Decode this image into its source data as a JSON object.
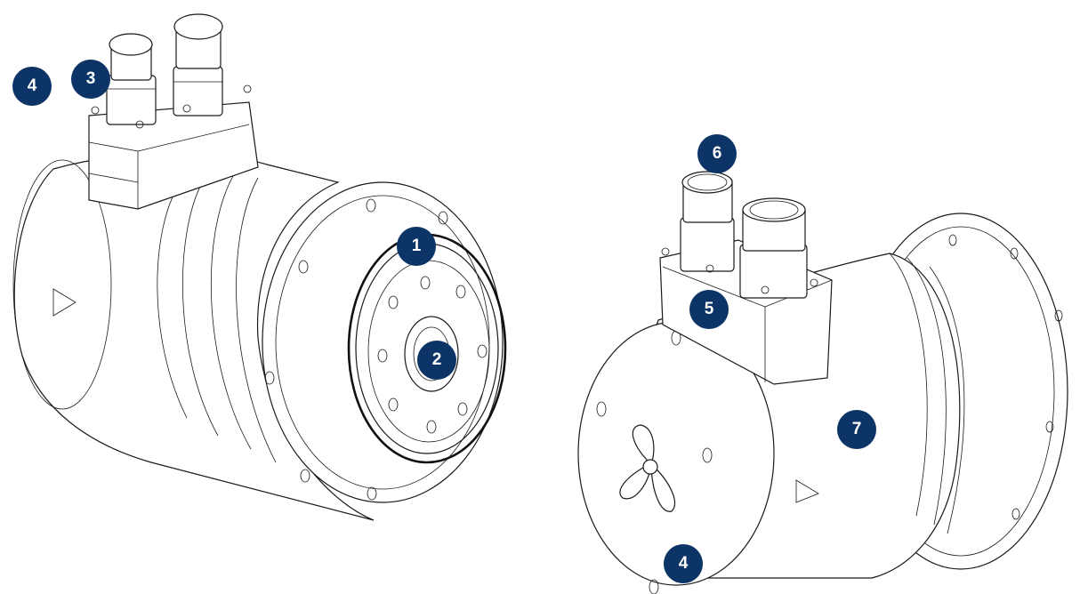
{
  "callouts": {
    "c1": "1",
    "c2": "2",
    "c3": "3",
    "c4_left": "4",
    "c4_bottom": "4",
    "c5": "5",
    "c6": "6",
    "c7": "7"
  },
  "colors": {
    "callout_fill": "#0d3466",
    "callout_text": "#ffffff",
    "line": "#1a1a1a"
  }
}
